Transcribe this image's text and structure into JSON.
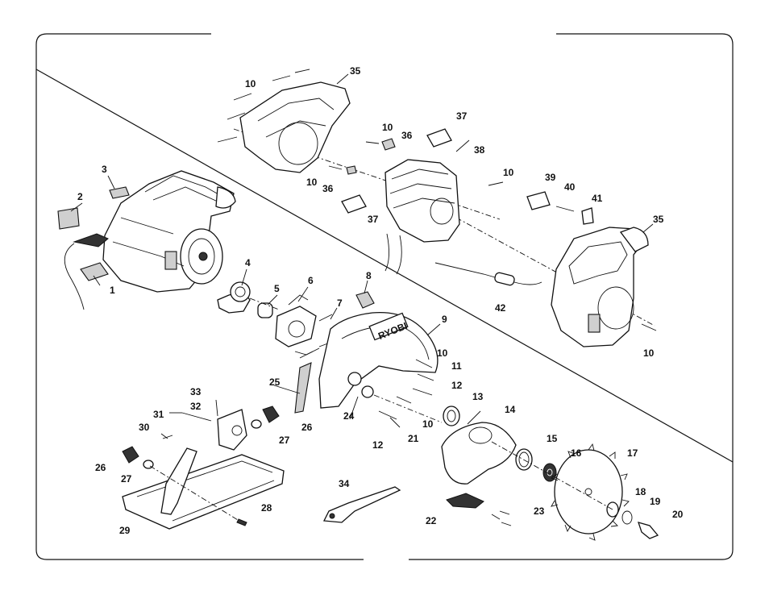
{
  "brand_text": "RYOBI",
  "callouts": {
    "p1": "1",
    "p2": "2",
    "p3": "3",
    "p4": "4",
    "p5": "5",
    "p6": "6",
    "p7": "7",
    "p8": "8",
    "p9": "9",
    "p10a": "10",
    "p10b": "10",
    "p10c": "10",
    "p10d": "10",
    "p10e": "10",
    "p10f": "10",
    "p10g": "10",
    "p11": "11",
    "p12a": "12",
    "p12b": "12",
    "p13": "13",
    "p14": "14",
    "p15": "15",
    "p16": "16",
    "p17": "17",
    "p18": "18",
    "p19": "19",
    "p20": "20",
    "p21": "21",
    "p22": "22",
    "p23": "23",
    "p24": "24",
    "p25": "25",
    "p26a": "26",
    "p26b": "26",
    "p27a": "27",
    "p27b": "27",
    "p28": "28",
    "p29": "29",
    "p30": "30",
    "p31": "31",
    "p32": "32",
    "p33": "33",
    "p34": "34",
    "p35a": "35",
    "p35b": "35",
    "p36a": "36",
    "p36b": "36",
    "p37a": "37",
    "p37b": "37",
    "p38": "38",
    "p39": "39",
    "p40": "40",
    "p41": "41",
    "p42": "42"
  }
}
